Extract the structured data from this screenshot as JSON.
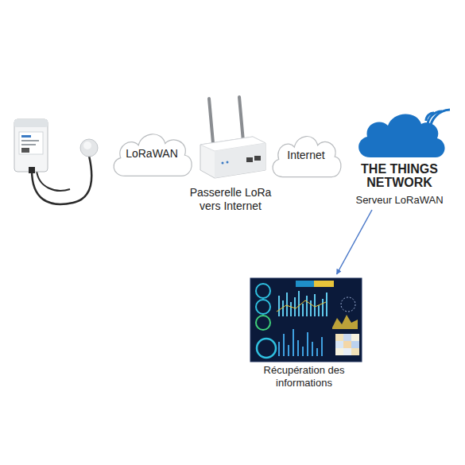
{
  "diagram": {
    "nodes": [
      {
        "text": [
          "LoRaWAN"
        ]
      },
      {
        "text": [
          "Passerelle LoRa vers Internet"
        ]
      },
      {
        "text": [
          "Internet"
        ]
      },
      {
        "text": [
          "THE THINGS NETWORK",
          "Serveur LoRaWAN"
        ]
      },
      {
        "text": [
          "Récupération des informations"
        ]
      }
    ],
    "edges": [
      {
        "from": 3,
        "to": 4,
        "arrow": "to"
      }
    ]
  }
}
